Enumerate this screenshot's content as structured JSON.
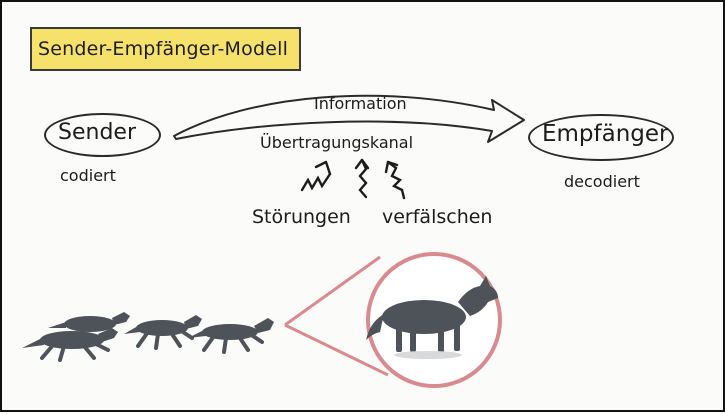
{
  "title": "Sender-Empfänger-Modell",
  "sender": {
    "label": "Sender",
    "note": "codiert"
  },
  "receiver": {
    "label": "Empfänger",
    "note": "decodiert"
  },
  "arrow": {
    "top_label": "Information",
    "bottom_label": "Übertragungskanal"
  },
  "disturbance": {
    "label_1": "Störungen",
    "label_2": "verfälschen"
  },
  "colors": {
    "title_highlight": "#f6e26a",
    "circle_outline": "#d98a8e",
    "ink": "#1c1c1c",
    "wolf": "#4e5359"
  },
  "illustration": {
    "subject": "wolf-pack",
    "zoom": "wolf-in-magnifier-circle"
  }
}
